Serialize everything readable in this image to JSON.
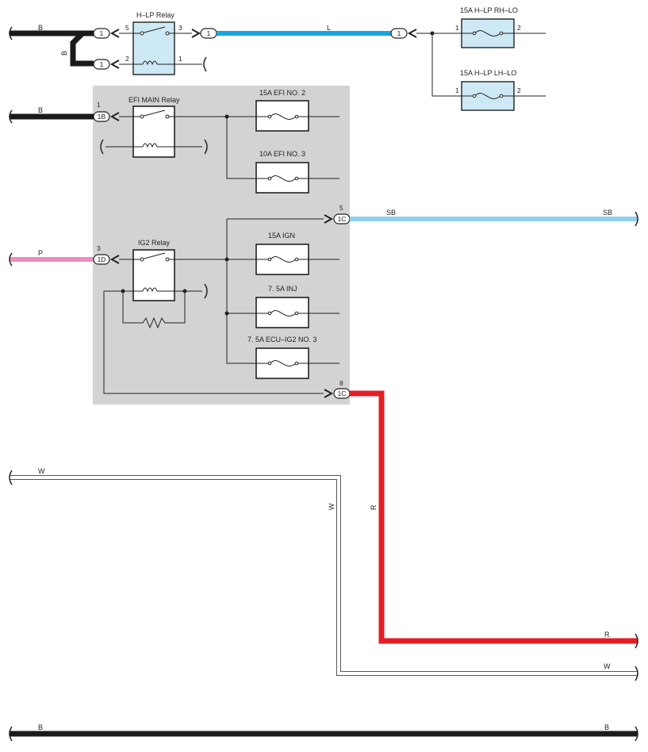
{
  "relays": {
    "hlp": "H–LP Relay",
    "efi_main": "EFI MAIN Relay",
    "ig2": "IG2 Relay"
  },
  "fuses": {
    "hlp_rh_lo": "15A H–LP RH–LO",
    "hlp_lh_lo": "15A H–LP LH–LO",
    "efi_no2": "15A EFI NO. 2",
    "efi_no3": "10A EFI NO. 3",
    "ign": "15A IGN",
    "inj": "7. 5A INJ",
    "ecu_ig2_no3": "7. 5A ECU–IG2 NO. 3"
  },
  "connectors": {
    "c1a": "1",
    "c1b": "1",
    "c1c": "1",
    "c1d": "1",
    "c1B": "1B",
    "c1D": "1D",
    "c1C_top": "1C",
    "c1C_bot": "1C"
  },
  "pins": {
    "hlp_5": "5",
    "hlp_3": "3",
    "hlp_2": "2",
    "hlp_1": "1",
    "rh_1": "1",
    "rh_2": "2",
    "lh_1": "1",
    "lh_2": "2",
    "p1B": "1",
    "p1D": "3",
    "p1C_top": "5",
    "p1C_bot": "8"
  },
  "wire_colors": {
    "b_top": "B",
    "b_vert": "B",
    "l": "L",
    "b_efi": "B",
    "p": "P",
    "sb_left": "SB",
    "sb_right": "SB",
    "w_left": "W",
    "w_vert": "W",
    "w_right": "W",
    "r_vert": "R",
    "r_right": "R",
    "b_bottom_left": "B",
    "b_bottom_right": "B"
  },
  "colors": {
    "black_wire": "#1a1a1a",
    "blue_wire": "#14a6de",
    "sky_blue_wire": "#8fd0ee",
    "pink_wire": "#ef8cbf",
    "red_wire": "#e41e26",
    "white_wire": "#ffffff",
    "junction_block": "#d3d3d3",
    "relay_fill": "#cde9f5"
  }
}
